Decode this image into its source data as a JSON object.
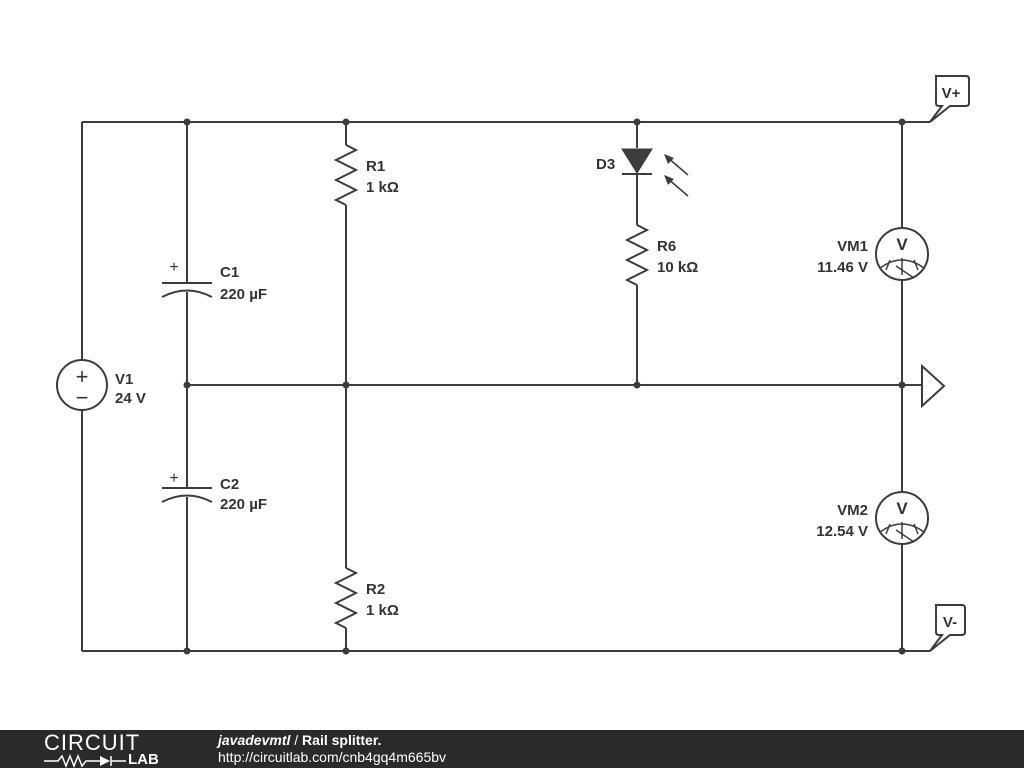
{
  "components": {
    "v1": {
      "name": "V1",
      "value": "24 V",
      "plus": "+",
      "minus": "−"
    },
    "c1": {
      "name": "C1",
      "value": "220 µF",
      "plus": "+"
    },
    "c2": {
      "name": "C2",
      "value": "220 µF",
      "plus": "+"
    },
    "r1": {
      "name": "R1",
      "value": "1 kΩ"
    },
    "r2": {
      "name": "R2",
      "value": "1 kΩ"
    },
    "d3": {
      "name": "D3"
    },
    "r6": {
      "name": "R6",
      "value": "10 kΩ"
    },
    "vm1": {
      "name": "VM1",
      "value": "11.46 V",
      "symbol": "V"
    },
    "vm2": {
      "name": "VM2",
      "value": "12.54 V",
      "symbol": "V"
    }
  },
  "ports": {
    "vplus": "V+",
    "vminus": "V-"
  },
  "footer": {
    "logo_top": "CIRCUIT",
    "logo_bottom": "LAB",
    "author": "javadevmtl",
    "separator": " / ",
    "title": "Rail splitter.",
    "url": "http://circuitlab.com/cnb4gq4m665bv"
  }
}
